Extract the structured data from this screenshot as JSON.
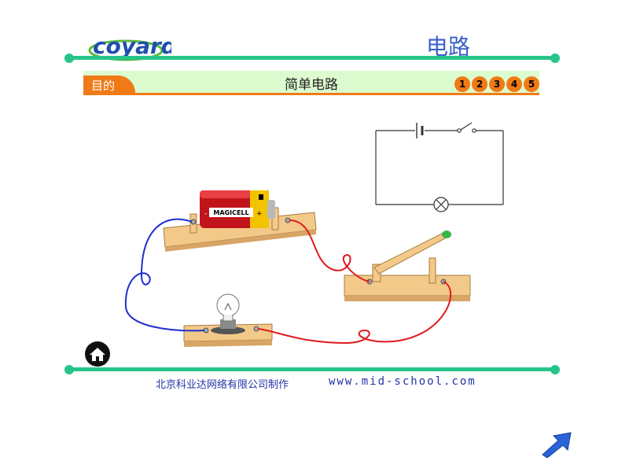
{
  "header": {
    "logo_text": "coyard",
    "page_title": "电路"
  },
  "banner": {
    "tab_label": "目的",
    "title": "简单电路",
    "nav_buttons": [
      "1",
      "2",
      "3",
      "4",
      "5"
    ]
  },
  "illustration": {
    "battery_brand": "MAGICELL",
    "battery_polarity_negative": "-",
    "battery_polarity_positive": "+"
  },
  "footer": {
    "credit": "北京科业达网络有限公司制作",
    "url": "www.mid-school.com"
  },
  "colors": {
    "accent_green": "#26c48a",
    "accent_orange": "#f07a16",
    "banner_bg": "#dcfcd0",
    "title_blue": "#3b5fc8",
    "wire_blue": "#1f2fd0",
    "wire_red": "#e0191e"
  }
}
